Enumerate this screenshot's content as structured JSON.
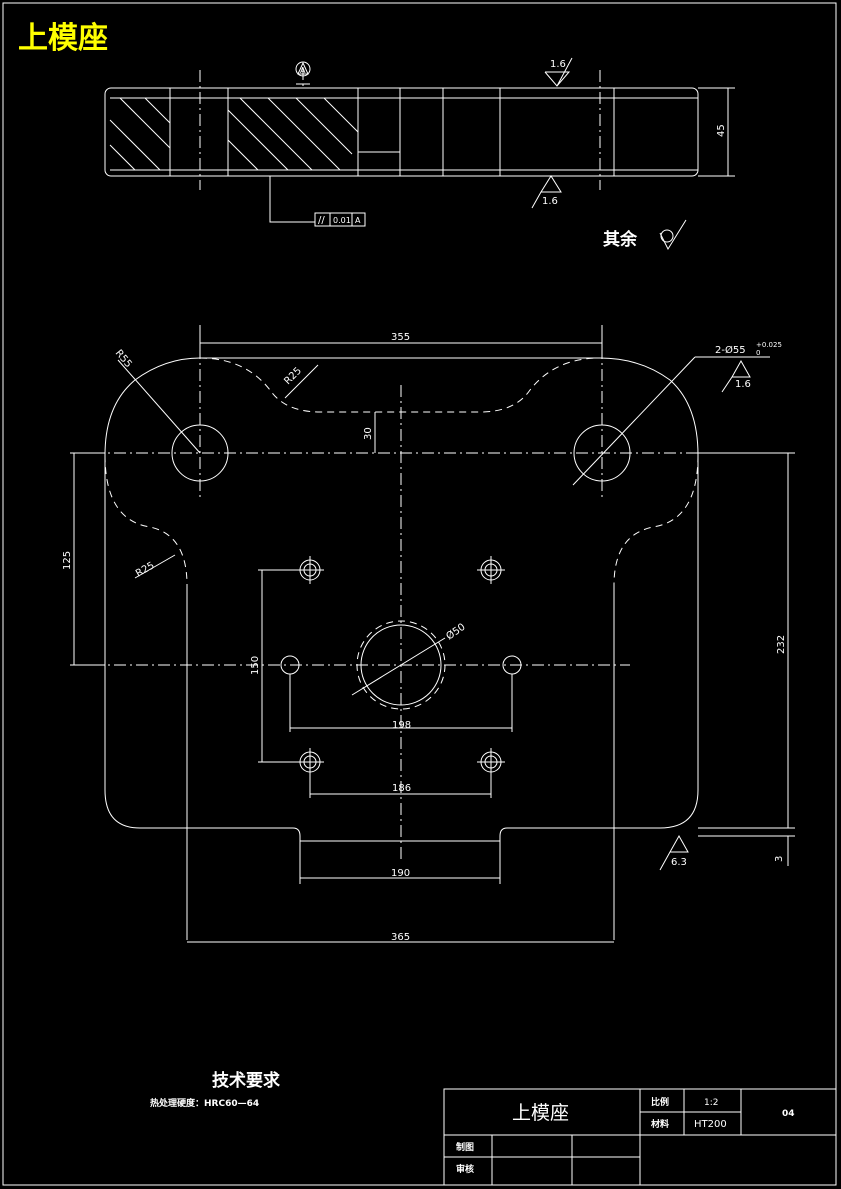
{
  "drawing": {
    "title": "上模座",
    "colors": {
      "background": "#000000",
      "lines": "#ffffff",
      "title": "#ffff00"
    }
  },
  "side_view": {
    "datum": "A",
    "roughness_top": "1.6",
    "roughness_bottom": "1.6",
    "tolerance_symbol": "//",
    "tolerance_value": "0.01",
    "tolerance_datum": "A",
    "thickness": "45"
  },
  "other_finish": "其余",
  "plan_view": {
    "dim_355": "355",
    "dim_r55": "R55",
    "dim_r25_top": "R25",
    "dim_r25_side": "R25",
    "dim_30": "30",
    "hole_callout": "2-Ø55",
    "hole_tol_upper": "+0.025",
    "hole_tol_lower": "0",
    "hole_roughness": "1.6",
    "dim_125": "125",
    "dim_232": "232",
    "dim_150": "150",
    "dim_phi50": "Ø50",
    "dim_198": "198",
    "dim_186": "186",
    "dim_190": "190",
    "dim_365": "365",
    "dim_3": "3",
    "roughness_bottom": "6.3"
  },
  "tech_requirements": {
    "heading": "技术要求",
    "line1": "热处理硬度：HRC60—64"
  },
  "title_block": {
    "part_name": "上模座",
    "scale_label": "比例",
    "scale_value": "1:2",
    "material_label": "材料",
    "material_value": "HT200",
    "drawing_no": "04",
    "drawn_by_label": "制图",
    "checked_by_label": "审核"
  }
}
